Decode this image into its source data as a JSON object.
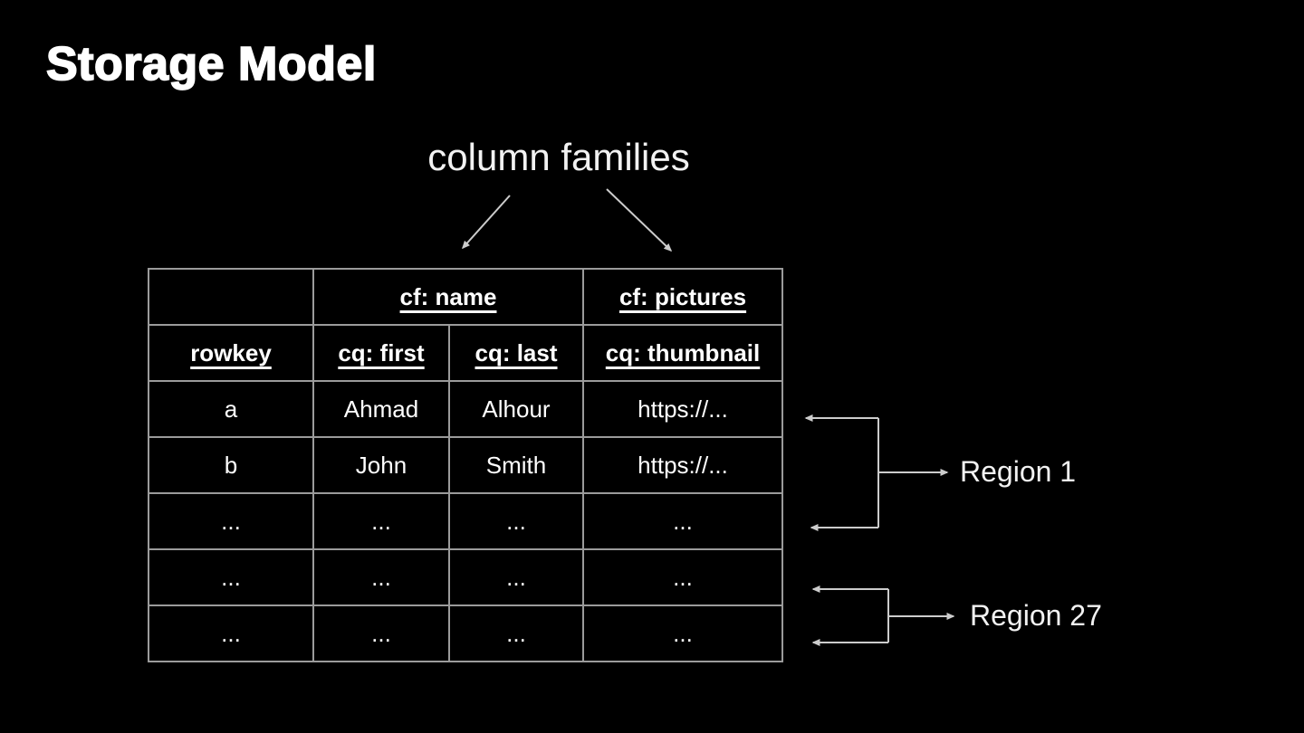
{
  "slide": {
    "title": "Storage Model",
    "background_color": "#000000",
    "text_color": "#ffffff"
  },
  "labels": {
    "column_families": "column families",
    "region_1": "Region 1",
    "region_27": "Region 27"
  },
  "table": {
    "border_color": "#9b9b9b",
    "column_family_headers": {
      "name": "cf: name",
      "pictures": "cf: pictures"
    },
    "column_headers": [
      "rowkey",
      "cq: first",
      "cq: last",
      "cq: thumbnail"
    ],
    "rows": [
      [
        "a",
        "Ahmad",
        "Alhour",
        "https://..."
      ],
      [
        "b",
        "John",
        "Smith",
        "https://..."
      ],
      [
        "...",
        "...",
        "...",
        "..."
      ],
      [
        "...",
        "...",
        "...",
        "..."
      ],
      [
        "...",
        "...",
        "...",
        "..."
      ]
    ]
  },
  "diagram": {
    "arrow_color": "#cccccc"
  }
}
